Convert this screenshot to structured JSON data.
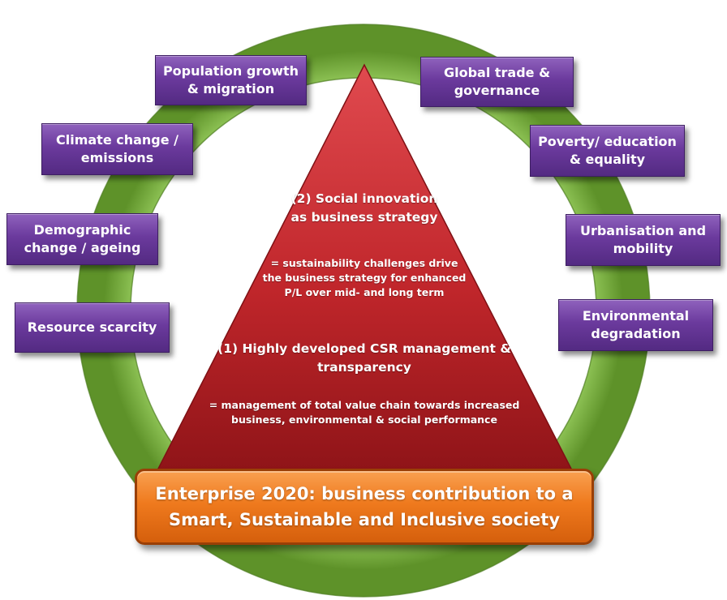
{
  "challenges_left": [
    {
      "id": "population",
      "label": "Population growth\n& migration"
    },
    {
      "id": "climate",
      "label": "Climate change /\nemissions"
    },
    {
      "id": "demographic",
      "label": "Demographic\nchange / ageing"
    },
    {
      "id": "resource",
      "label": "Resource scarcity"
    }
  ],
  "challenges_right": [
    {
      "id": "trade",
      "label": "Global trade &\ngovernance"
    },
    {
      "id": "poverty",
      "label": "Poverty/ education\n& equality"
    },
    {
      "id": "urbanisation",
      "label": "Urbanisation and\nmobility"
    },
    {
      "id": "environment",
      "label": "Environmental\ndegradation"
    }
  ],
  "pyramid": {
    "level2_title": "(2) Social innovation\nas business strategy",
    "level2_desc": "= sustainability challenges drive\nthe business strategy for enhanced\nP/L over mid- and long term",
    "level1_title": "(1) Highly developed CSR management &\ntransparency",
    "level1_desc": "= management of total value chain towards increased\nbusiness, environmental & social performance"
  },
  "banner": {
    "text": "Enterprise 2020: business contribution to a\nSmart, Sustainable and Inclusive society"
  },
  "colors": {
    "ring": "#7cb342",
    "pyramid": "#c0262b",
    "boxes": "#6b3a9d",
    "banner": "#ef7a1e"
  }
}
